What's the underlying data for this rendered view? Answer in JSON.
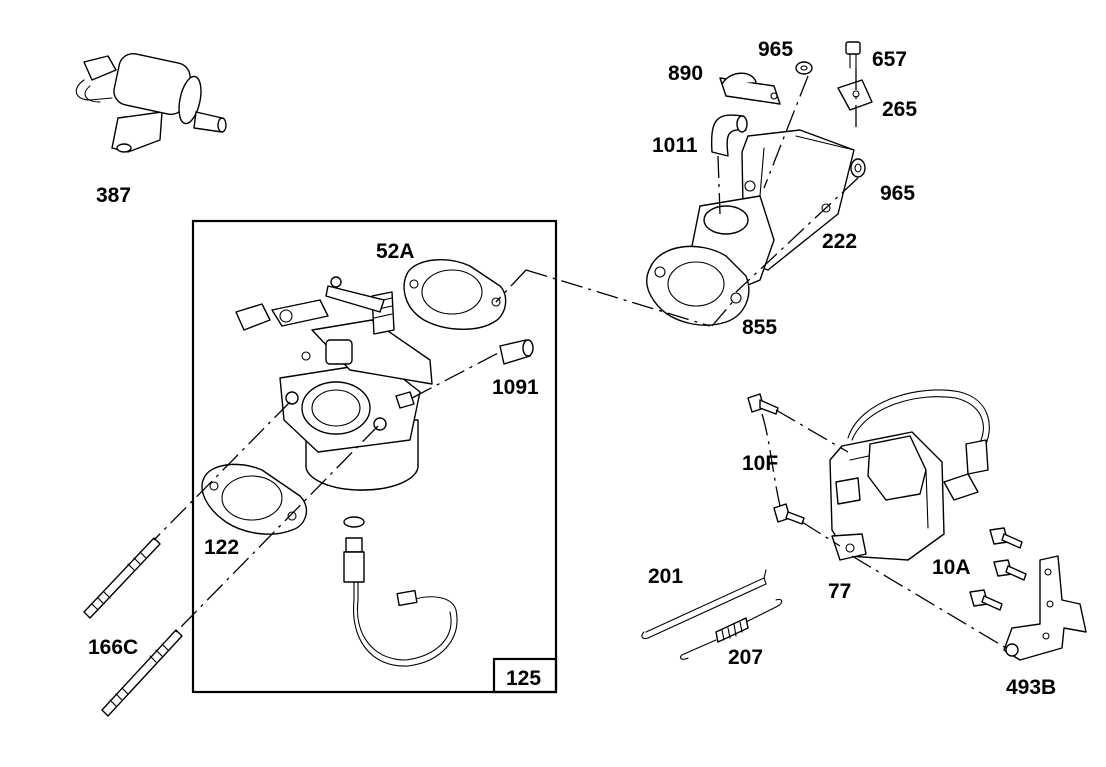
{
  "diagram": {
    "colors": {
      "line": "#000000",
      "background": "#ffffff"
    },
    "callouts": {
      "p387": "387",
      "p52A": "52A",
      "p122": "122",
      "p166C": "166C",
      "p125": "125",
      "p1091": "1091",
      "p890": "890",
      "p965a": "965",
      "p657": "657",
      "p265": "265",
      "p1011": "1011",
      "p965b": "965",
      "p222": "222",
      "p855": "855",
      "p10F": "10F",
      "p77": "77",
      "p10A": "10A",
      "p201": "201",
      "p207": "207",
      "p493B": "493B"
    }
  }
}
